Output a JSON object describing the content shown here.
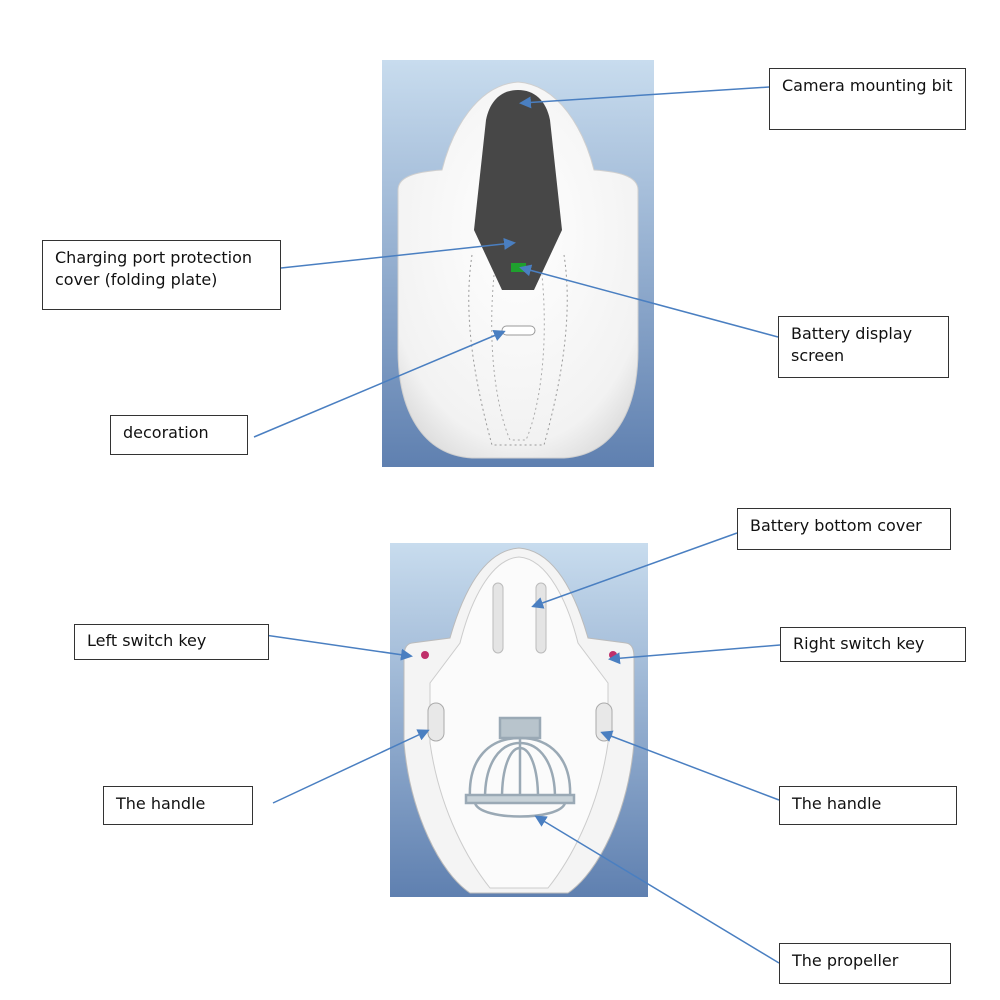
{
  "top_view": {
    "labels": {
      "camera": "Camera mounting bit",
      "charging": "Charging port protection cover (folding plate)",
      "battery_display": "Battery display screen",
      "decoration": "decoration"
    }
  },
  "bottom_view": {
    "labels": {
      "battery_cover": "Battery bottom cover",
      "left_switch": "Left switch key",
      "right_switch": "Right switch key",
      "handle_left": "The handle",
      "handle_right": "The handle",
      "propeller": "The propeller"
    }
  },
  "colors": {
    "arrow": "#4a7fc1",
    "bg_top": "#c8dcee",
    "bg_bottom": "#5f80b0"
  }
}
